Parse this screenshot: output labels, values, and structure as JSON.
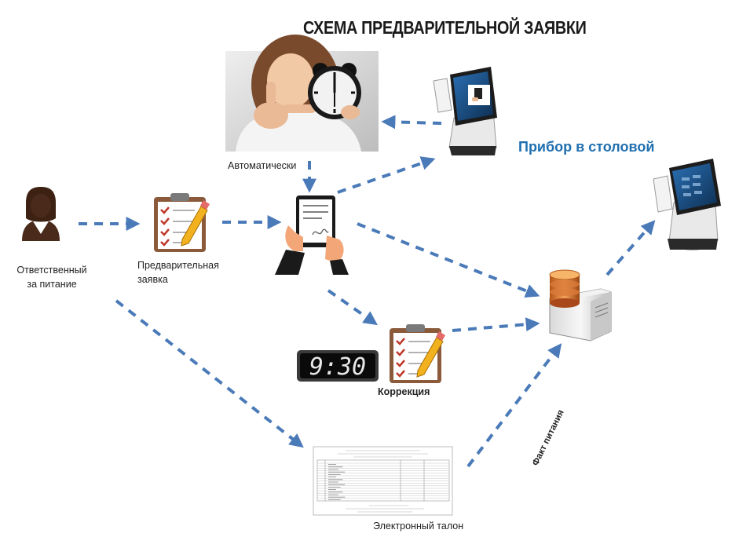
{
  "title": "СХЕМА ПРЕДВАРИТЕЛЬНОЙ ЗАЯВКИ",
  "labels": {
    "automatic": "Автоматически",
    "device": "Прибор в столовой",
    "responsible": "Ответственный за питание",
    "preliminary_line1": "Предварительная",
    "preliminary_line2": "заявка",
    "correction": "Коррекция",
    "ticket": "Электронный талон",
    "fact": "Факт питания"
  },
  "clock": {
    "time": "9:30"
  },
  "colors": {
    "arrow": "#4a7ab8",
    "device_label": "#1f6fb0",
    "title": "#1a1a1a"
  },
  "icons": [
    "person-icon",
    "clipboard-checklist-icon",
    "tablet-signing-icon",
    "woman-with-clock-photo",
    "terminal-device-icon",
    "server-database-icon",
    "digital-clock-icon",
    "document-ticket-icon"
  ]
}
